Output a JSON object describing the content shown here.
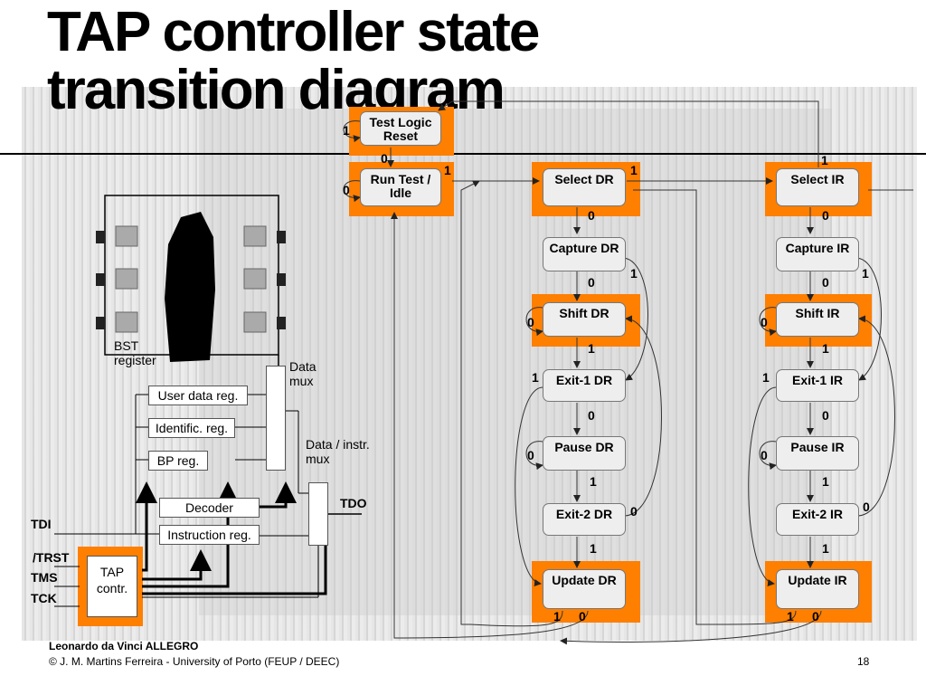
{
  "title_line1": "TAP controller state",
  "title_line2": "transition diagram",
  "states": {
    "test_logic_reset": "Test Logic Reset",
    "run_test_idle": "Run Test / Idle",
    "select_dr": "Select DR",
    "capture_dr": "Capture DR",
    "shift_dr": "Shift DR",
    "exit1_dr": "Exit-1 DR",
    "pause_dr": "Pause DR",
    "exit2_dr": "Exit-2 DR",
    "update_dr": "Update DR",
    "select_ir": "Select IR",
    "capture_ir": "Capture IR",
    "shift_ir": "Shift IR",
    "exit1_ir": "Exit-1 IR",
    "pause_ir": "Pause IR",
    "exit2_ir": "Exit-2 IR",
    "update_ir": "Update IR"
  },
  "edge_labels": {
    "zero": "0",
    "one": "1"
  },
  "block": {
    "bst_register": "BST register",
    "data_mux": "Data mux",
    "data_instr_mux": "Data / instr. mux",
    "user_data_reg": "User data reg.",
    "identific_reg": "Identific. reg.",
    "bp_reg": "BP reg.",
    "decoder": "Decoder",
    "instruction_reg": "Instruction reg.",
    "tap_contr": "TAP contr.",
    "tdo": "TDO",
    "tdi": "TDI",
    "trst": "/TRST",
    "tms": "TMS",
    "tck": "TCK"
  },
  "footer": {
    "author": "Leonardo da Vinci ALLEGRO",
    "copyright": "© J. M. Martins Ferreira - University of Porto (FEUP / DEEC)",
    "page_number": "18"
  },
  "colors": {
    "highlight": "#ff7f00",
    "state_fill": "#eeeeee"
  }
}
